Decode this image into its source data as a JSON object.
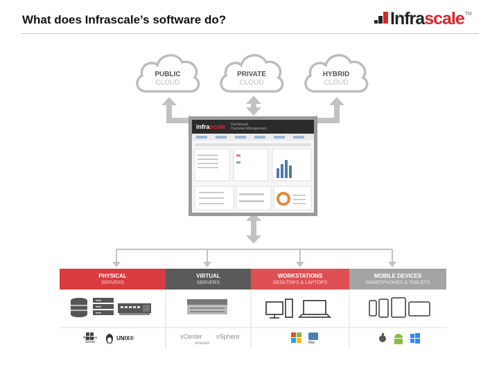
{
  "header": {
    "title": "What does Infrascale’s software do?",
    "logo_prefix": "Infra",
    "logo_suffix": "scale",
    "logo_tm": "TM"
  },
  "clouds": [
    {
      "line1": "PUBLIC",
      "line2": "CLOUD"
    },
    {
      "line1": "PRIVATE",
      "line2": "CLOUD"
    },
    {
      "line1": "HYBRID",
      "line2": "CLOUD"
    }
  ],
  "dashboard": {
    "brand_prefix": "infra",
    "brand_suffix": "scale",
    "sub_title": "Dashboard",
    "sub_caption": "Overview Management"
  },
  "categories": [
    {
      "title": "PHYSICAL",
      "subtitle": "SERVERS",
      "color": "#d93b40"
    },
    {
      "title": "VIRTUAL",
      "subtitle": "SERVERS",
      "color": "#5a5a5a"
    },
    {
      "title": "WORKSTATIONS",
      "subtitle": "DESKTOPS & LAPTOPS",
      "color": "#de4f53"
    },
    {
      "title": "MOBILE DEVICES",
      "subtitle": "SMARTPHONES & TABLETS",
      "color": "#a4a4a4"
    }
  ],
  "os_labels": {
    "windows_server": "Windows Server",
    "unix": "UNIX®",
    "vcenter": "vCenter",
    "vmware": "vmware",
    "vsphere": "vSphere",
    "mac": "Mac"
  },
  "colors": {
    "accent": "#d8262e",
    "arrow": "#c2c2c2",
    "dark": "#2b2b2b"
  },
  "icons": [
    "cloud-icon",
    "arrow-icon",
    "database-icon",
    "server-rack-icon",
    "network-switch-icon",
    "virtual-server-icon",
    "desktop-icon",
    "laptop-icon",
    "phone-icon",
    "tablet-icon",
    "windows-icon",
    "linux-icon",
    "apple-icon",
    "android-icon"
  ]
}
